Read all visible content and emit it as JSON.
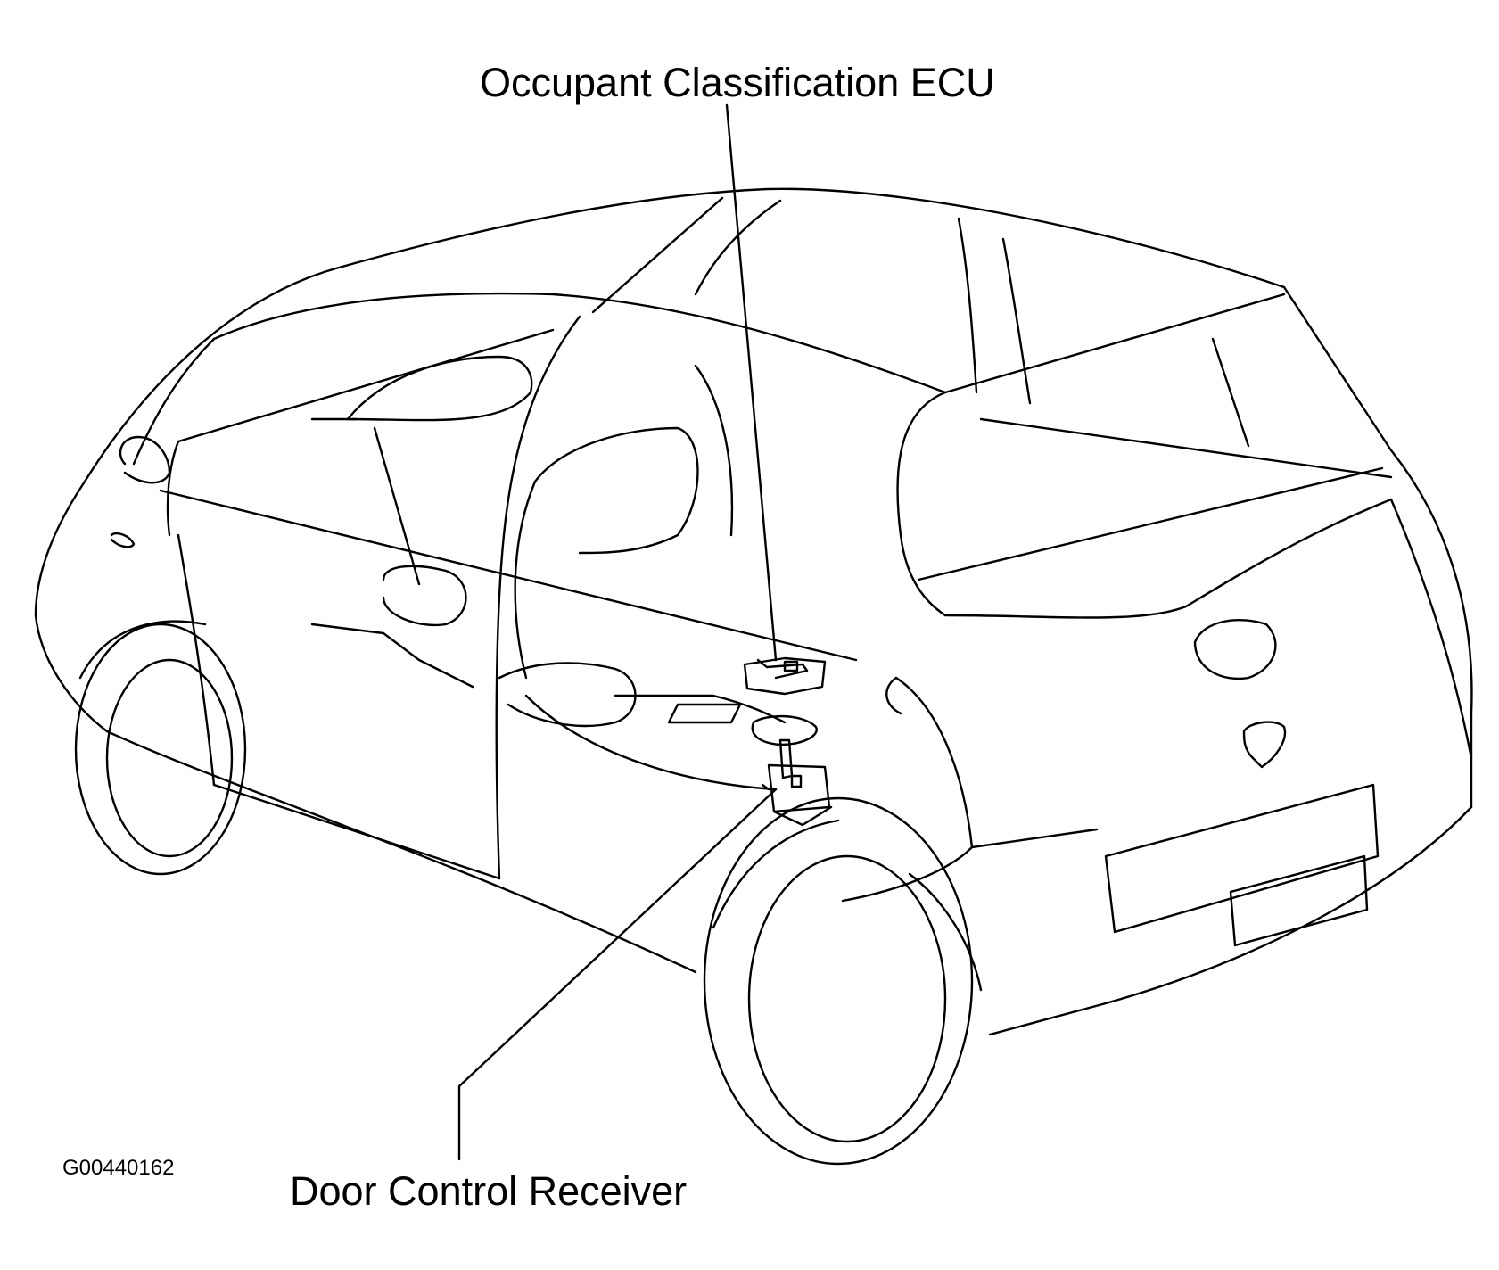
{
  "labels": {
    "occupant_ecu": "Occupant Classification ECU",
    "door_receiver": "Door Control Receiver"
  },
  "figure_id": "G00440162",
  "colors": {
    "line": "#000000",
    "background": "#ffffff"
  }
}
